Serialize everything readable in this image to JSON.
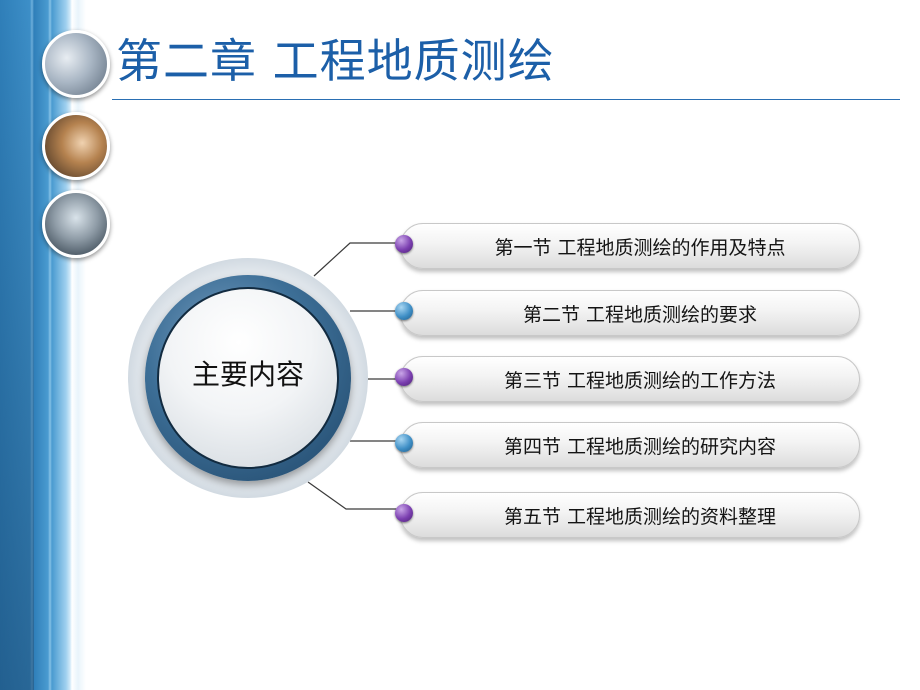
{
  "slide": {
    "title": "第二章 工程地质测绘",
    "center_label": "主要内容",
    "items": [
      {
        "label": "第一节 工程地质测绘的作用及特点",
        "bullet_color": "#7b3fb0"
      },
      {
        "label": "第二节 工程地质测绘的要求",
        "bullet_color": "#3f8fc6"
      },
      {
        "label": "第三节 工程地质测绘的工作方法",
        "bullet_color": "#7b3fb0"
      },
      {
        "label": "第四节 工程地质测绘的研究内容",
        "bullet_color": "#3f8fc6"
      },
      {
        "label": "第五节 工程地质测绘的资料整理",
        "bullet_color": "#7b3fb0"
      }
    ],
    "accent_color": "#1c5fa8"
  }
}
